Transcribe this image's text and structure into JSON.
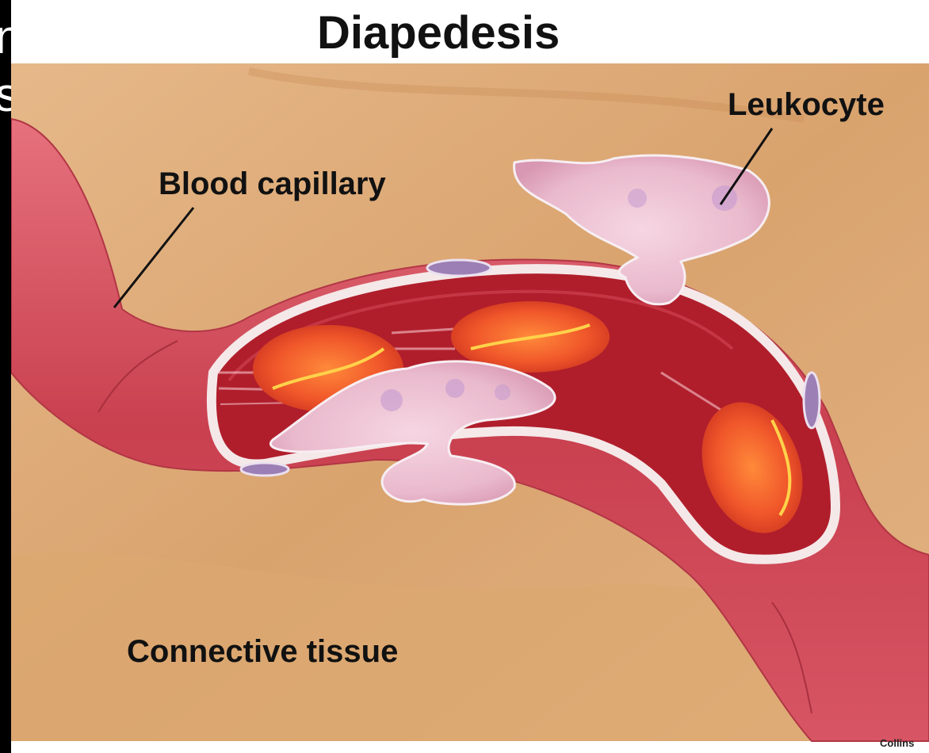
{
  "diagram": {
    "title": "Diapedesis",
    "labels": {
      "blood_capillary": "Blood capillary",
      "leukocyte": "Leukocyte",
      "connective_tissue": "Connective tissue"
    },
    "credit": "Collins",
    "clipped_glyphs": [
      "n",
      "s"
    ]
  }
}
